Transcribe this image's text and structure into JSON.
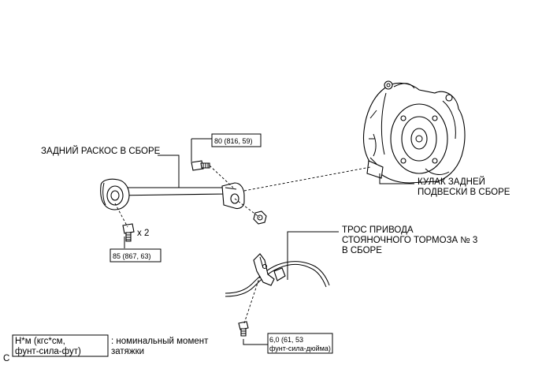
{
  "labels": {
    "rear_strut": "ЗАДНИЙ РАСКОС В СБОРЕ",
    "knuckle_line1": "КУЛАК ЗАДНЕЙ",
    "knuckle_line2": "ПОДВЕСКИ В СБОРЕ",
    "cable_line1": "ТРОС ПРИВОДА",
    "cable_line2": "СТОЯНОЧНОГО ТОРМОЗА № 3",
    "cable_line3": "В СБОРЕ",
    "quantity": "x 2",
    "corner_mark": "C"
  },
  "torques": {
    "upper_bolt": "80 (816, 59)",
    "lower_bolt": "85 (867, 63)",
    "cable_bolt_line1": "6,0 (61, 53",
    "cable_bolt_line2": "фунт-сила-дюйма)"
  },
  "legend": {
    "box_line1": "Н*м (кгс*см,",
    "box_line2": "фунт-сила-фут)",
    "desc_line1": ": номинальный момент",
    "desc_line2": "затяжки"
  }
}
